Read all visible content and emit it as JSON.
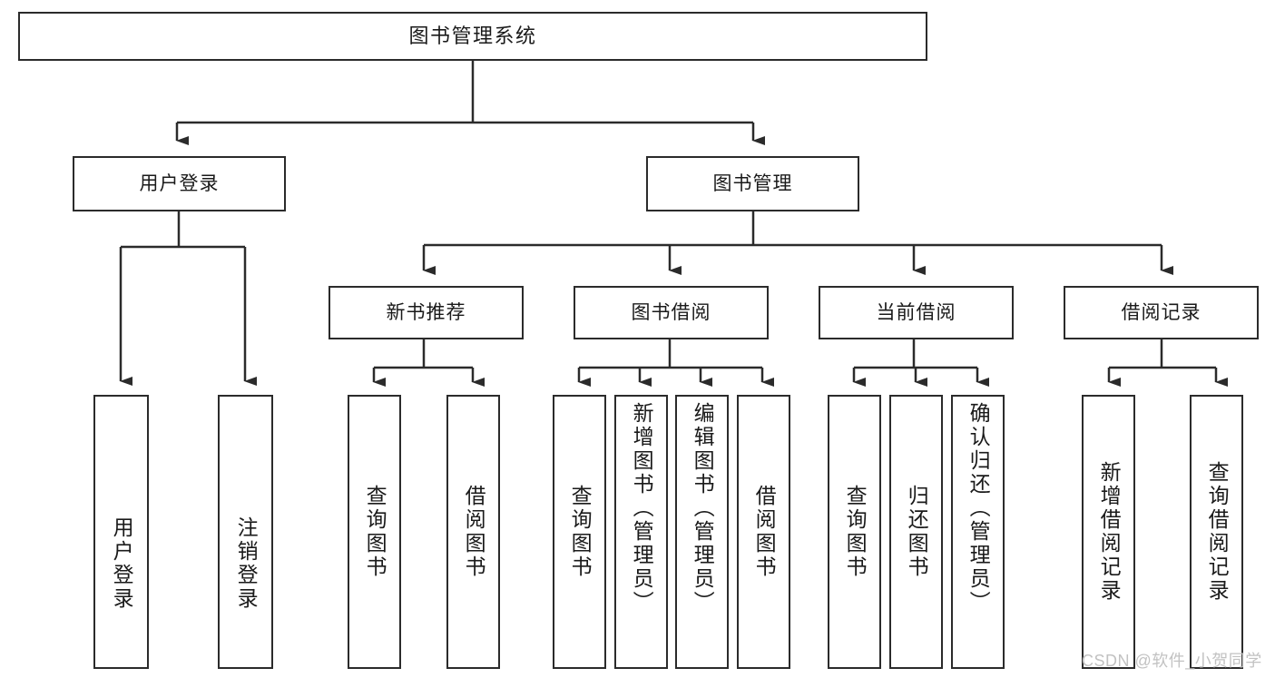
{
  "diagram": {
    "type": "tree-hierarchy",
    "title": "图书管理系统",
    "orientation": "top-down",
    "colors": {
      "box_border": "#2b2b2b",
      "box_fill": "#ffffff",
      "edge": "#2b2b2b",
      "text": "#1a1a1a",
      "watermark": "#c2c2c2"
    },
    "nodes": {
      "root": {
        "label": "图书管理系统"
      },
      "level1": [
        {
          "id": "user-login",
          "label": "用户登录"
        },
        {
          "id": "book-manage",
          "label": "图书管理"
        }
      ],
      "level2": [
        {
          "id": "new-book-rec",
          "label": "新书推荐"
        },
        {
          "id": "book-borrow",
          "label": "图书借阅"
        },
        {
          "id": "current-borrow",
          "label": "当前借阅"
        },
        {
          "id": "borrow-record",
          "label": "借阅记录"
        }
      ],
      "leaves": {
        "user-login": [
          {
            "id": "leaf-user-login",
            "label": "用户登录"
          },
          {
            "id": "leaf-logout",
            "label": "注销登录"
          }
        ],
        "new-book-rec": [
          {
            "id": "leaf-query-book-1",
            "label": "查询图书"
          },
          {
            "id": "leaf-borrow-book-1",
            "label": "借阅图书"
          }
        ],
        "book-borrow": [
          {
            "id": "leaf-query-book-2",
            "label": "查询图书"
          },
          {
            "id": "leaf-add-book",
            "label": "新增图书（管理员）"
          },
          {
            "id": "leaf-edit-book",
            "label": "编辑图书（管理员）"
          },
          {
            "id": "leaf-borrow-book-2",
            "label": "借阅图书"
          }
        ],
        "current-borrow": [
          {
            "id": "leaf-query-book-3",
            "label": "查询图书"
          },
          {
            "id": "leaf-return-book",
            "label": "归还图书"
          },
          {
            "id": "leaf-confirm-return",
            "label": "确认归还（管理员）"
          }
        ],
        "borrow-record": [
          {
            "id": "leaf-add-record",
            "label": "新增借阅记录"
          },
          {
            "id": "leaf-query-record",
            "label": "查询借阅记录"
          }
        ]
      }
    },
    "watermark": "CSDN @软件_小贺同学"
  }
}
